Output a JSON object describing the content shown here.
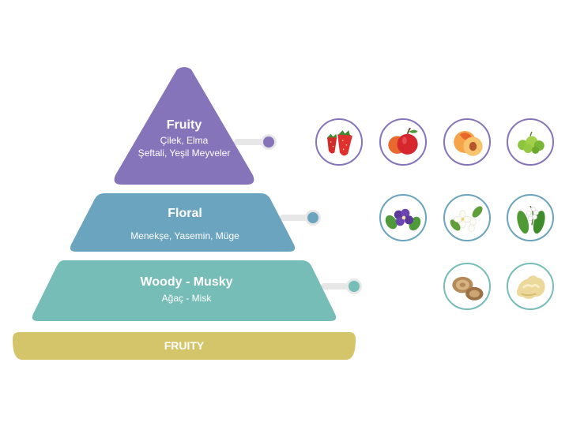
{
  "colors": {
    "fruity": "#8674bb",
    "floral": "#6aa4be",
    "woody": "#76bdb7",
    "base": "#d4c46a",
    "connector": "#e7e7e7"
  },
  "tiers": [
    {
      "key": "fruity",
      "title": "Fruity",
      "lines": [
        "Çilek, Elma",
        "Şeftali, Yeşil Meyveler"
      ],
      "ingredients": [
        "strawberry-icon",
        "apple-icon",
        "peach-icon",
        "green-fruits-icon"
      ]
    },
    {
      "key": "floral",
      "title": "Floral",
      "lines": [
        "Menekşe, Yasemin, Müge"
      ],
      "ingredients": [
        "violet-icon",
        "jasmine-icon",
        "lily-of-the-valley-icon"
      ]
    },
    {
      "key": "woody",
      "title": "Woody - Musky",
      "lines": [
        "Ağaç - Misk"
      ],
      "ingredients": [
        "wood-slice-icon",
        "musk-icon"
      ]
    }
  ],
  "base": {
    "label": "FRUITY"
  }
}
